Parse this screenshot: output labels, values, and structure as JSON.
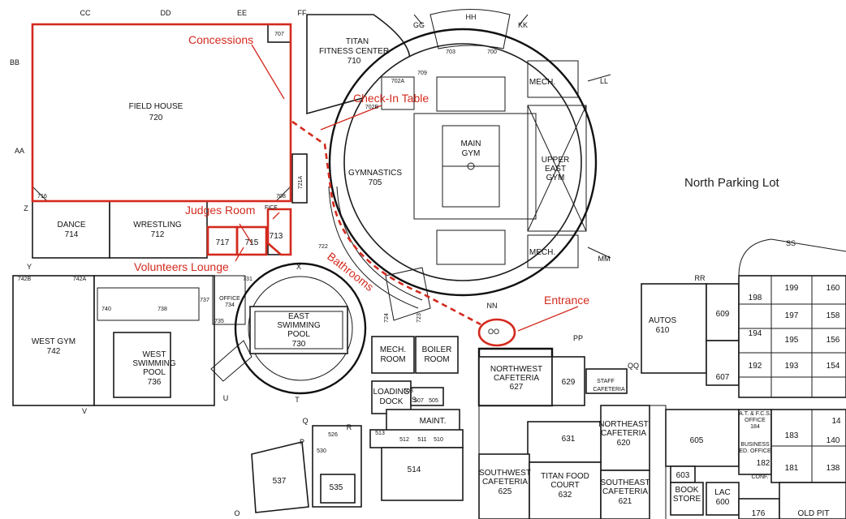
{
  "annotations": {
    "concessions": "Concessions",
    "check_in_table": "Check-In Table",
    "judges_room": "Judges Room",
    "volunteers_lounge": "Volunteers Lounge",
    "bathrooms": "Bathrooms",
    "entrance": "Entrance"
  },
  "parking_label": "North Parking Lot",
  "grid_letters": {
    "cc": "CC",
    "dd": "DD",
    "ee": "EE",
    "ff": "FF",
    "gg": "GG",
    "hh": "HH",
    "kk": "KK",
    "ll": "LL",
    "mm": "MM",
    "bb": "BB",
    "aa": "AA",
    "z": "Z",
    "y": "Y",
    "x": "X",
    "v": "V",
    "u": "U",
    "t": "T",
    "s": "S",
    "r": "R",
    "q": "Q",
    "p": "P",
    "o": "O",
    "nn": "NN",
    "oo": "OO",
    "pp": "PP",
    "qq": "QQ",
    "rr": "RR",
    "ss": "SS"
  },
  "rooms": {
    "field_house": {
      "name": "FIELD HOUSE",
      "num": "720"
    },
    "r716": "716",
    "r708": "708",
    "r707": "707",
    "titan_fitness": {
      "name1": "TITAN",
      "name2": "FITNESS CENTER",
      "num": "710"
    },
    "main_gym": {
      "name1": "MAIN",
      "name2": "GYM"
    },
    "upper_east_gym": {
      "name1": "UPPER",
      "name2": "EAST",
      "name3": "GYM"
    },
    "gymnastics": {
      "name": "GYMNASTICS",
      "num": "705"
    },
    "mech1": "MECH.",
    "mech2": "MECH.",
    "dance": {
      "name": "DANCE",
      "num": "714"
    },
    "wrestling": {
      "name": "WRESTLING",
      "num": "712"
    },
    "r717": "717",
    "r715": "715",
    "r713": "713",
    "r721a": "721A",
    "r722": "722",
    "fice": "FICE",
    "west_gym": {
      "name": "WEST GYM",
      "num": "742"
    },
    "west_pool": {
      "name1": "WEST",
      "name2": "SWIMMING",
      "name3": "POOL",
      "num": "736"
    },
    "east_pool": {
      "name1": "EAST",
      "name2": "SWIMMING",
      "name3": "POOL",
      "num": "730"
    },
    "mech_room": {
      "name1": "MECH.",
      "name2": "ROOM"
    },
    "boiler_room": {
      "name1": "BOILER",
      "name2": "ROOM"
    },
    "loading_dock": {
      "name1": "LOADING",
      "name2": "DOCK"
    },
    "maint": "MAINT.",
    "nw_cafeteria": {
      "name1": "NORTHWEST",
      "name2": "CAFETERIA",
      "num": "627"
    },
    "r629": "629",
    "staff_cafeteria": {
      "name1": "STAFF",
      "name2": "CAFETERIA"
    },
    "ne_cafeteria": {
      "name1": "NORTHEAST",
      "name2": "CAFETERIA",
      "num": "620"
    },
    "r631": "631",
    "sw_cafeteria": {
      "name1": "SOUTHWEST",
      "name2": "CAFETERIA",
      "num": "625"
    },
    "titan_food_court": {
      "name1": "TITAN FOOD",
      "name2": "COURT",
      "num": "632"
    },
    "se_cafeteria": {
      "name1": "SOUTHEAST",
      "name2": "CAFETERIA",
      "num": "621"
    },
    "autos": {
      "name": "AUTOS",
      "num": "610"
    },
    "r609": "609",
    "r607": "607",
    "r605": "605",
    "r603": "603",
    "book_store": {
      "name1": "BOOK",
      "name2": "STORE"
    },
    "lac": {
      "name": "LAC",
      "num": "600"
    },
    "r537": "537",
    "r535": "535",
    "r514": "514",
    "r176": "176",
    "old_pit": "OLD PIT",
    "r198": "198",
    "r199": "199",
    "r160": "160",
    "r197": "197",
    "r158": "158",
    "r194": "194",
    "r195": "195",
    "r156": "156",
    "r192": "192",
    "r193": "193",
    "r154": "154",
    "r183": "183",
    "r140": "140",
    "r181": "181",
    "r138": "138",
    "r182": "182",
    "r14": "14",
    "conf": "CONF.",
    "business": {
      "name1": "BUSINESS",
      "name2": "ED. OFFICE"
    },
    "at_fcs": {
      "name1": "A.T. & F.C.S.",
      "name2": "OFFICE",
      "num": "184"
    },
    "r703": "703",
    "r700": "700",
    "r702a": "702A",
    "r702b": "702B",
    "r709": "709",
    "r737": "737",
    "r735": "735",
    "r731": "731",
    "office_734": {
      "name": "OFFICE",
      "num": "734"
    },
    "r740": "740",
    "r738": "738",
    "r742b": "742B",
    "r742a": "742A",
    "r526": "526",
    "r530": "530",
    "r503": "503",
    "r507": "507",
    "r505": "505",
    "r512": "512",
    "r511": "511",
    "r510": "510",
    "r513": "513",
    "r724": "724",
    "r723": "723"
  }
}
